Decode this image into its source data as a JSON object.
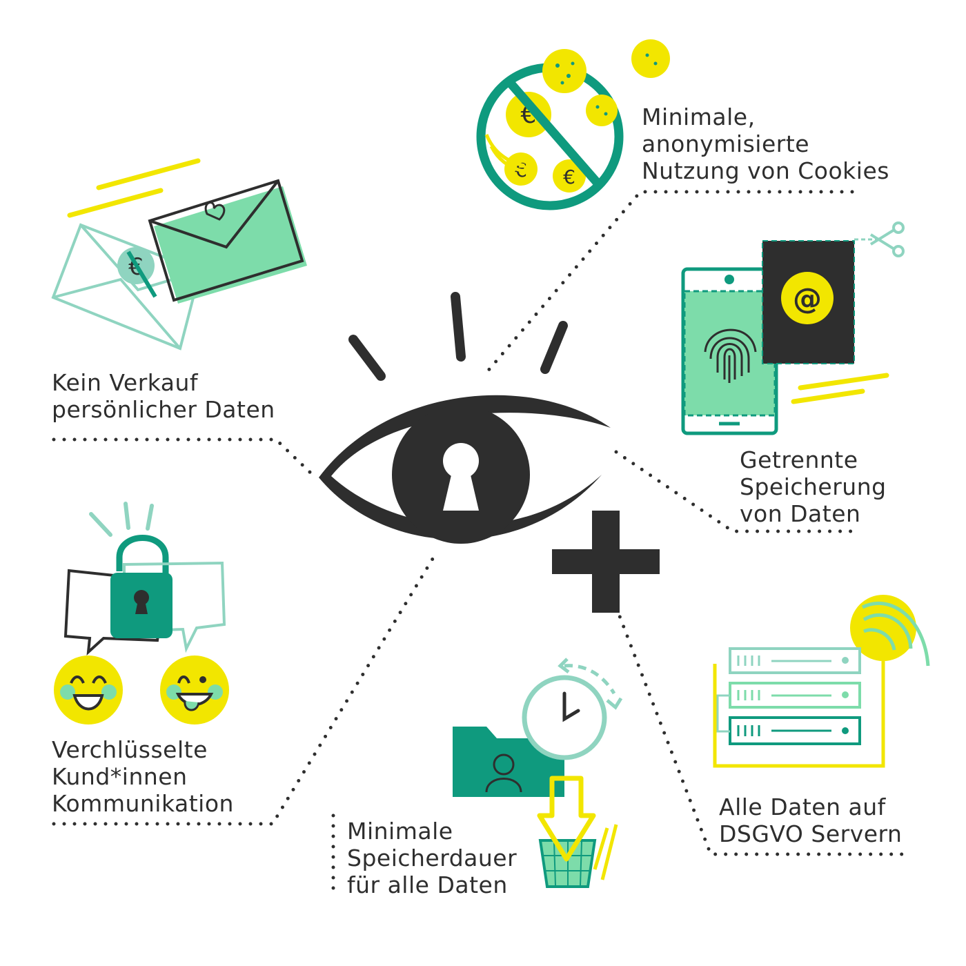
{
  "colors": {
    "dark": "#2e2e2e",
    "green": "#7ddcaa",
    "teal": "#0f9a7e",
    "light_teal": "#8fd4c0",
    "yellow": "#f2e600"
  },
  "center": {
    "icon": "eye-keyhole-icon",
    "badge": "plus-icon"
  },
  "features": {
    "cookies": {
      "lines": [
        "Minimale,",
        "anonymisierte",
        "Nutzung von Cookies"
      ],
      "icon": "no-cookies-icon"
    },
    "verkauf": {
      "lines": [
        "Kein Verkauf",
        "persönlicher Daten"
      ],
      "icon": "envelopes-icon"
    },
    "speicherung": {
      "lines": [
        "Getrennte",
        "Speicherung",
        "von Daten"
      ],
      "icon": "phone-fingerprint-icon"
    },
    "verschluss": {
      "lines": [
        "Verchlüsselte",
        "Kund*innen",
        "Kommunikation"
      ],
      "icon": "chat-lock-icon"
    },
    "dauer": {
      "lines": [
        "Minimale",
        "Speicherdauer",
        "für alle Daten"
      ],
      "icon": "clock-folder-trash-icon"
    },
    "server": {
      "lines": [
        "Alle Daten auf",
        "DSGVO Servern"
      ],
      "icon": "server-rack-icon"
    }
  }
}
